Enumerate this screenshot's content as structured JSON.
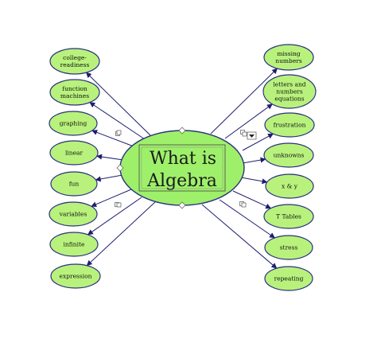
{
  "diagram": {
    "center": {
      "label_line1": "What is",
      "label_line2": "Algebra"
    },
    "colors": {
      "node_fill": "#b8f27c",
      "node_stroke": "#2b2f80",
      "edge": "#1e1e6e",
      "center_fill": "#9ef06a"
    },
    "left_nodes": [
      {
        "id": "college-readiness",
        "lines": [
          "college-",
          "readiness"
        ]
      },
      {
        "id": "function-machines",
        "lines": [
          "function",
          "machines"
        ]
      },
      {
        "id": "graphing",
        "lines": [
          "graphing"
        ]
      },
      {
        "id": "linear",
        "lines": [
          "linear"
        ]
      },
      {
        "id": "fun",
        "lines": [
          "fun"
        ]
      },
      {
        "id": "variables",
        "lines": [
          "variables"
        ]
      },
      {
        "id": "infinite",
        "lines": [
          "infinite"
        ]
      },
      {
        "id": "expression",
        "lines": [
          "expression"
        ]
      }
    ],
    "right_nodes": [
      {
        "id": "missing-numbers",
        "lines": [
          "missing",
          "numbers"
        ]
      },
      {
        "id": "letters-and-numbers-equations",
        "lines": [
          "letters and",
          "numbers",
          "equations"
        ]
      },
      {
        "id": "frustration",
        "lines": [
          "frustration"
        ]
      },
      {
        "id": "unknowns",
        "lines": [
          "unknowns"
        ]
      },
      {
        "id": "x-and-y",
        "lines": [
          "x & y"
        ]
      },
      {
        "id": "t-tables",
        "lines": [
          "T Tables"
        ]
      },
      {
        "id": "stress",
        "lines": [
          "stress"
        ]
      },
      {
        "id": "repeating",
        "lines": [
          "repeating"
        ]
      }
    ]
  }
}
